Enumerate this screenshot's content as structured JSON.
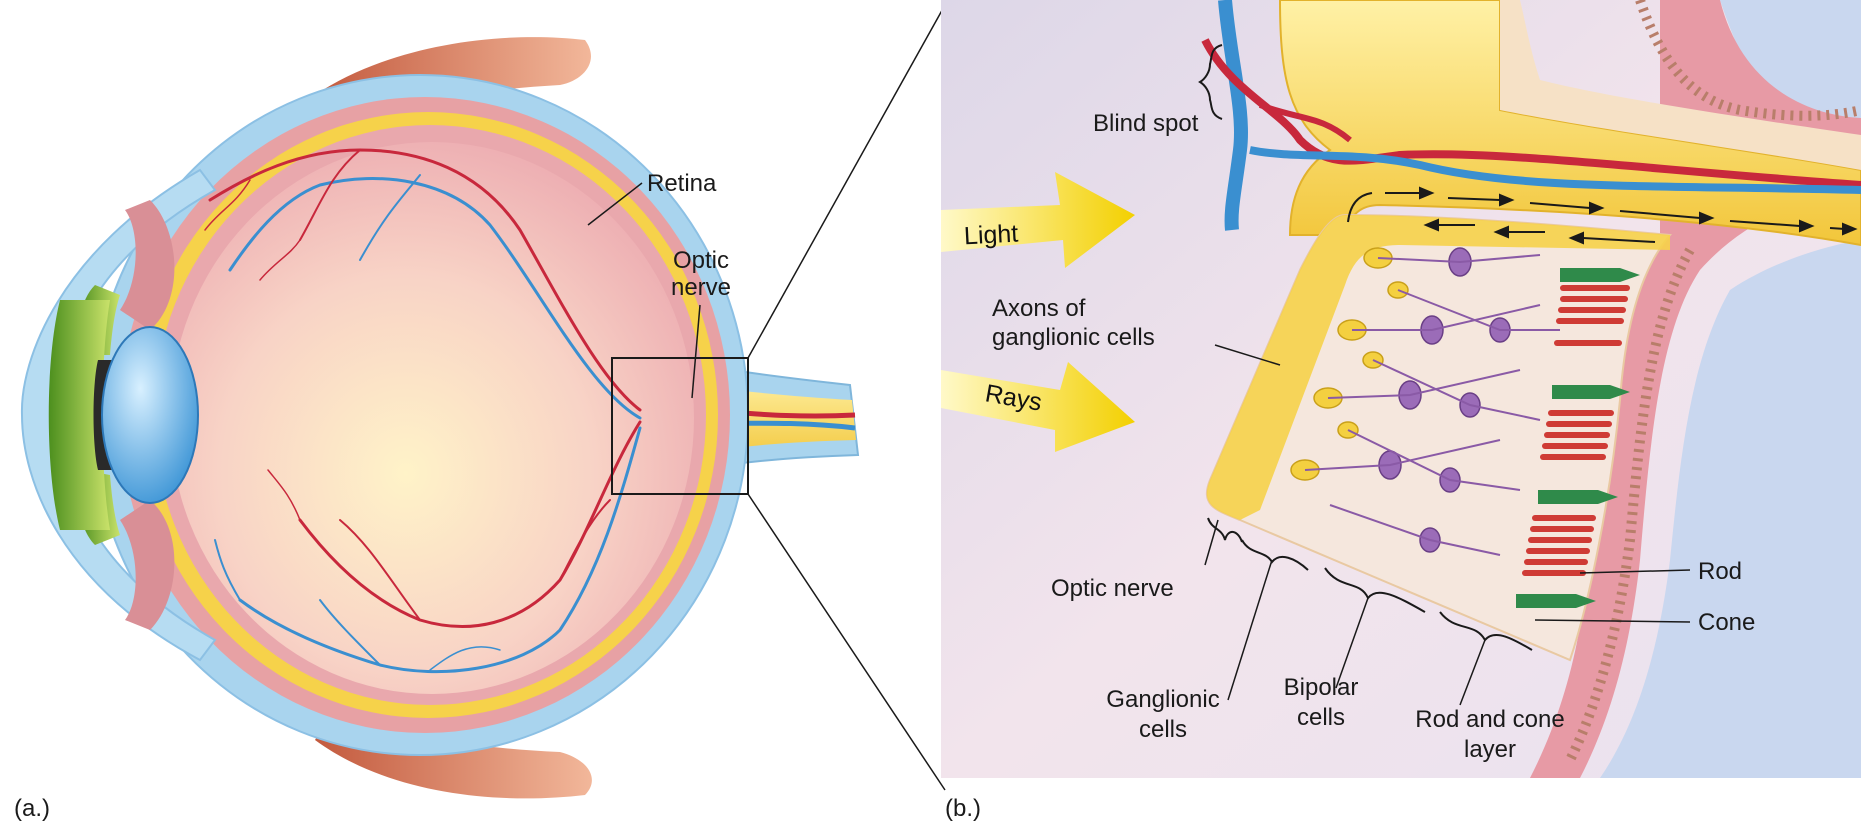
{
  "panel_a": {
    "caption": "(a.)",
    "labels": {
      "retina": "Retina",
      "optic_nerve_line1": "Optic",
      "optic_nerve_line2": "nerve"
    }
  },
  "panel_b": {
    "caption": "(b.)",
    "labels": {
      "blind_spot": "Blind spot",
      "light": "Light",
      "rays": "Rays",
      "axons_line1": "Axons of",
      "axons_line2": "ganglionic cells",
      "optic_nerve": "Optic nerve",
      "ganglionic_line1": "Ganglionic",
      "ganglionic_line2": "cells",
      "bipolar_line1": "Bipolar",
      "bipolar_line2": "cells",
      "rod_cone_line1": "Rod and cone",
      "rod_cone_line2": "layer",
      "rod": "Rod",
      "cone": "Cone"
    }
  },
  "colors": {
    "sclera_blue": "#a9d4ee",
    "choroid_pink": "#e7a1a4",
    "retina_yellow": "#f6d24a",
    "artery_red": "#c8283c",
    "vein_blue": "#3a8fd0",
    "iris_green": "#7fbf3a",
    "rod_red": "#cf3b35",
    "cone_green": "#2f8a4a",
    "neuron_purple": "#8a5aa6"
  }
}
